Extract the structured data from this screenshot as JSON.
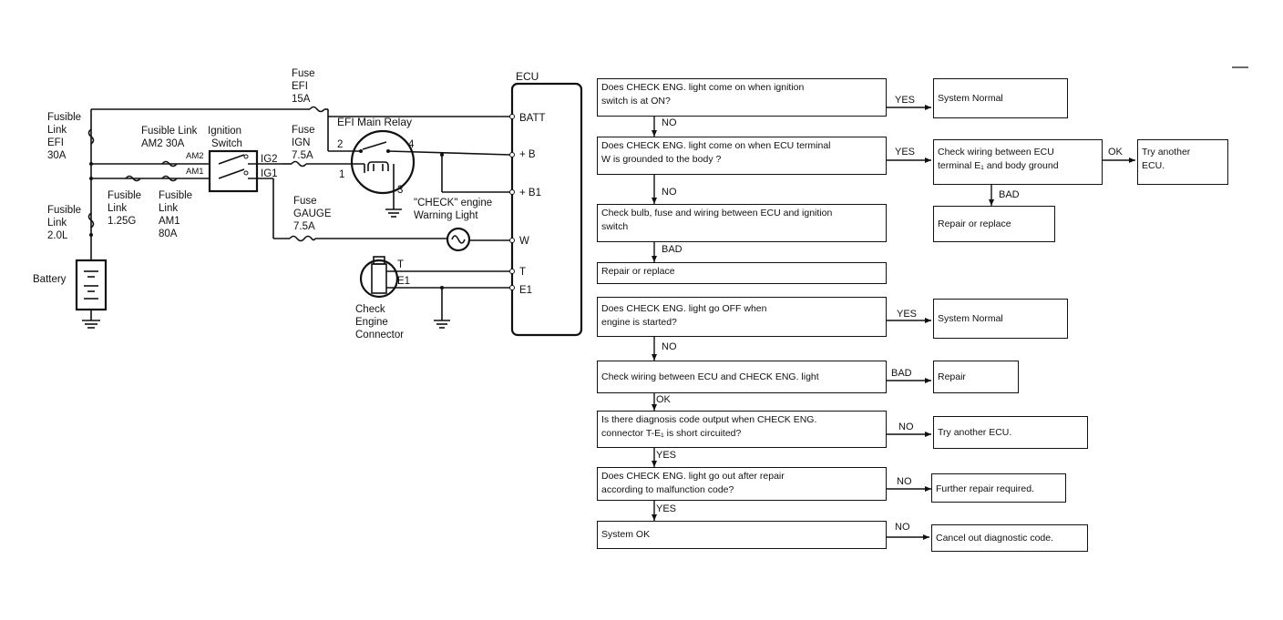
{
  "wiring": {
    "ecu": "ECU",
    "batt": "BATT",
    "plus_b": "+ B",
    "plus_b1": "+ B1",
    "w": "W",
    "t": "T",
    "e1": "E1",
    "fuse_efi": [
      "Fuse",
      "EFI",
      "15A"
    ],
    "fusible_efi": [
      "Fusible",
      "Link",
      "EFI",
      "30A"
    ],
    "fusible_am2": [
      "Fusible Link",
      "AM2 30A"
    ],
    "ignition_switch": [
      "Ignition",
      "Switch"
    ],
    "am2": "AM2",
    "am1": "AM1",
    "ig2": "IG2",
    "ig1": "IG1",
    "fuse_ign": [
      "Fuse",
      "IGN",
      "7.5A"
    ],
    "efi_main_relay": "EFI Main Relay",
    "relay_pin2": "2",
    "relay_pin4": "4",
    "relay_pin1": "1",
    "relay_pin3": "3",
    "fusible_125g": [
      "Fusible",
      "Link",
      "1.25G"
    ],
    "fusible_am1": [
      "Fusible",
      "Link",
      "AM1",
      "80A"
    ],
    "fuse_gauge": [
      "Fuse",
      "GAUGE",
      "7.5A"
    ],
    "check_light": [
      "\"CHECK\" engine",
      "Warning Light"
    ],
    "fusible_20l": [
      "Fusible",
      "Link",
      "2.0L"
    ],
    "battery": "Battery",
    "check_connector": [
      "Check",
      "Engine",
      "Connector"
    ],
    "conn_t": "T",
    "conn_e1": "E1"
  },
  "flow": {
    "q1": "Does CHECK ENG. light come on when ignition\nswitch is at ON?",
    "q1_yes": "YES",
    "q1_yes_box": "System Normal",
    "q1_no": "NO",
    "q2": "Does CHECK ENG. light come on when ECU terminal\nW is grounded to the body ?",
    "q2_yes": "YES",
    "q2_yes_box": "Check wiring between ECU\nterminal E₁ and body ground",
    "q2_ok": "OK",
    "q2_ok_box": "Try another\nECU.",
    "q2_bad": "BAD",
    "q2_bad_box": "Repair or replace",
    "q2_no": "NO",
    "q3": "Check bulb, fuse and wiring between ECU and ignition\nswitch",
    "q3_bad": "BAD",
    "q3_bad_box": "Repair or replace",
    "q4": "Does CHECK ENG. light go OFF when\nengine is started?",
    "q4_yes": "YES",
    "q4_yes_box": "System Normal",
    "q4_no": "NO",
    "q5": "Check wiring between ECU and CHECK ENG. light",
    "q5_bad": "BAD",
    "q5_bad_box": "Repair",
    "q5_ok": "OK",
    "q6": "Is there diagnosis code output when CHECK ENG.\nconnector T-E₁ is short circuited?",
    "q6_no": "NO",
    "q6_no_box": "Try another ECU.",
    "q6_yes": "YES",
    "q7": "Does CHECK ENG. light go out after repair\naccording to malfunction code?",
    "q7_no": "NO",
    "q7_no_box": "Further repair required.",
    "q7_yes": "YES",
    "q8": "System OK",
    "q8_no": "NO",
    "q8_no_box": "Cancel out diagnostic code."
  }
}
